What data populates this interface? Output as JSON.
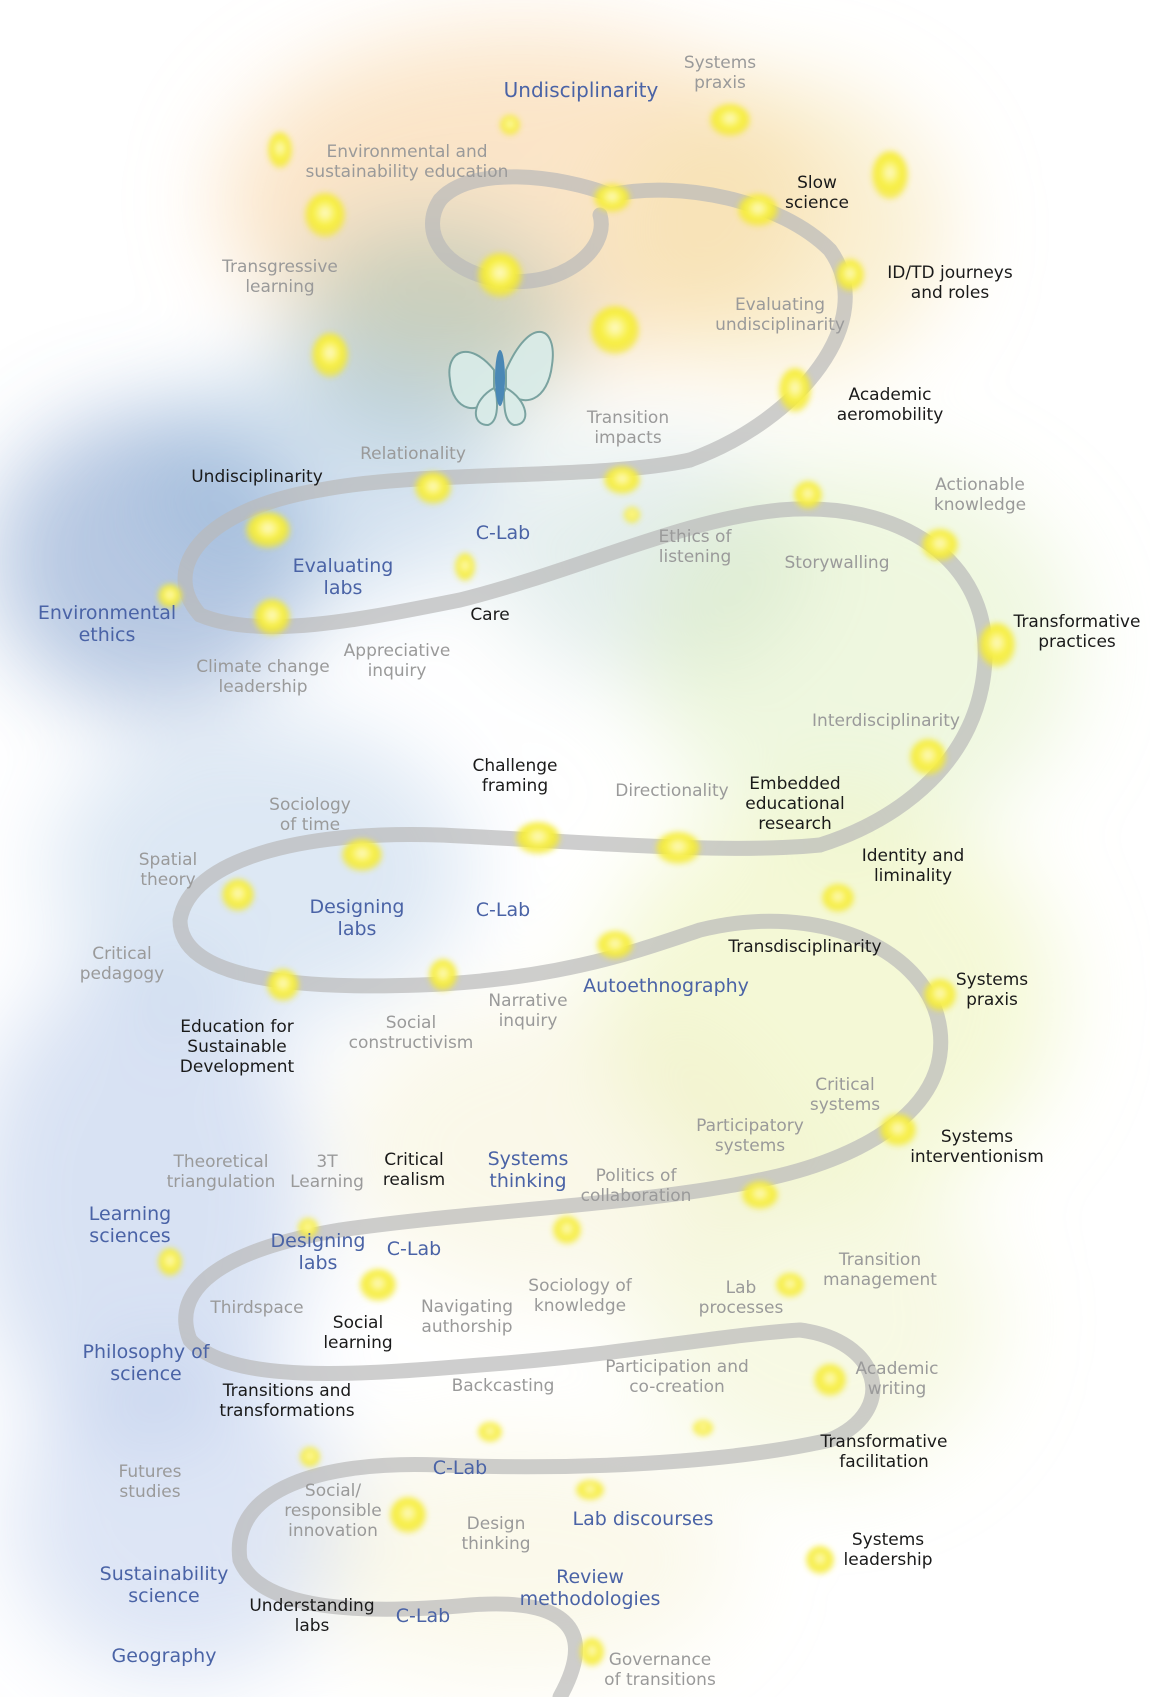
{
  "colors": {
    "black": "#1a1a1a",
    "blue": "#4a63a6",
    "grey": "#9a9a9a",
    "node": "#f5ee3c",
    "spiral": "#b9b9b9"
  },
  "icon": "butterfly-icon",
  "labels": [
    {
      "key": "l01",
      "text": "Undisciplinarity",
      "style": "hl"
    },
    {
      "key": "l02",
      "text": "Systems\npraxis",
      "style": "grey"
    },
    {
      "key": "l03",
      "text": "Environmental and\nsustainability education",
      "style": "grey"
    },
    {
      "key": "l04",
      "text": "Slow\nscience",
      "style": "black"
    },
    {
      "key": "l05",
      "text": "ID/TD journeys\nand roles",
      "style": "black"
    },
    {
      "key": "l06",
      "text": "Transgressive\nlearning",
      "style": "grey"
    },
    {
      "key": "l07",
      "text": "Evaluating\nundisciplinarity",
      "style": "grey"
    },
    {
      "key": "l08",
      "text": "Academic\naeromobility",
      "style": "black"
    },
    {
      "key": "l09",
      "text": "Transition\nimpacts",
      "style": "grey"
    },
    {
      "key": "l10",
      "text": "Relationality",
      "style": "grey"
    },
    {
      "key": "l11",
      "text": "Undisciplinarity",
      "style": "black"
    },
    {
      "key": "l12",
      "text": "Actionable\nknowledge",
      "style": "grey"
    },
    {
      "key": "l13",
      "text": "C-Lab",
      "style": "blue"
    },
    {
      "key": "l14",
      "text": "Ethics of\nlistening",
      "style": "grey"
    },
    {
      "key": "l15",
      "text": "Storywalling",
      "style": "grey"
    },
    {
      "key": "l16",
      "text": "Evaluating\nlabs",
      "style": "blue"
    },
    {
      "key": "l17",
      "text": "Environmental\nethics",
      "style": "blue"
    },
    {
      "key": "l18",
      "text": "Care",
      "style": "black"
    },
    {
      "key": "l19",
      "text": "Transformative\npractices",
      "style": "black"
    },
    {
      "key": "l20",
      "text": "Climate change\nleadership",
      "style": "grey"
    },
    {
      "key": "l21",
      "text": "Appreciative\ninquiry",
      "style": "grey"
    },
    {
      "key": "l22",
      "text": "Interdisciplinarity",
      "style": "grey"
    },
    {
      "key": "l23",
      "text": "Challenge\nframing",
      "style": "black"
    },
    {
      "key": "l24",
      "text": "Directionality",
      "style": "grey"
    },
    {
      "key": "l25",
      "text": "Embedded\neducational\nresearch",
      "style": "black"
    },
    {
      "key": "l26",
      "text": "Sociology\nof time",
      "style": "grey"
    },
    {
      "key": "l27",
      "text": "Spatial\ntheory",
      "style": "grey"
    },
    {
      "key": "l28",
      "text": "Identity and\nliminality",
      "style": "black"
    },
    {
      "key": "l29",
      "text": "Designing\nlabs",
      "style": "blue"
    },
    {
      "key": "l30",
      "text": "C-Lab",
      "style": "blue"
    },
    {
      "key": "l31",
      "text": "Transdisciplinarity",
      "style": "black"
    },
    {
      "key": "l32",
      "text": "Critical\npedagogy",
      "style": "grey"
    },
    {
      "key": "l33",
      "text": "Autoethnography",
      "style": "blue"
    },
    {
      "key": "l34",
      "text": "Systems\npraxis",
      "style": "black"
    },
    {
      "key": "l35",
      "text": "Narrative\ninquiry",
      "style": "grey"
    },
    {
      "key": "l36",
      "text": "Social\nconstructivism",
      "style": "grey"
    },
    {
      "key": "l37",
      "text": "Education for\nSustainable\nDevelopment",
      "style": "black"
    },
    {
      "key": "l38",
      "text": "Critical\nsystems",
      "style": "grey"
    },
    {
      "key": "l39",
      "text": "Participatory\nsystems",
      "style": "grey"
    },
    {
      "key": "l40",
      "text": "Systems\ninterventionism",
      "style": "black"
    },
    {
      "key": "l41",
      "text": "Theoretical\ntriangulation",
      "style": "grey"
    },
    {
      "key": "l42",
      "text": "3T\nLearning",
      "style": "grey"
    },
    {
      "key": "l43",
      "text": "Critical\nrealism",
      "style": "black"
    },
    {
      "key": "l44",
      "text": "Systems\nthinking",
      "style": "blue"
    },
    {
      "key": "l45",
      "text": "Politics of\ncollaboration",
      "style": "grey"
    },
    {
      "key": "l46",
      "text": "Learning\nsciences",
      "style": "blue"
    },
    {
      "key": "l47",
      "text": "Designing\nlabs",
      "style": "blue"
    },
    {
      "key": "l48",
      "text": "C-Lab",
      "style": "blue"
    },
    {
      "key": "l49",
      "text": "Transition\nmanagement",
      "style": "grey"
    },
    {
      "key": "l50",
      "text": "Sociology of\nknowledge",
      "style": "grey"
    },
    {
      "key": "l51",
      "text": "Lab\nprocesses",
      "style": "grey"
    },
    {
      "key": "l52",
      "text": "Thirdspace",
      "style": "grey"
    },
    {
      "key": "l53",
      "text": "Navigating\nauthorship",
      "style": "grey"
    },
    {
      "key": "l54",
      "text": "Social\nlearning",
      "style": "black"
    },
    {
      "key": "l55",
      "text": "Philosophy of\nscience",
      "style": "blue"
    },
    {
      "key": "l56",
      "text": "Participation and\nco-creation",
      "style": "grey"
    },
    {
      "key": "l57",
      "text": "Academic\nwriting",
      "style": "grey"
    },
    {
      "key": "l58",
      "text": "Transitions and\ntransformations",
      "style": "black"
    },
    {
      "key": "l59",
      "text": "Backcasting",
      "style": "grey"
    },
    {
      "key": "l60",
      "text": "Transformative\nfacilitation",
      "style": "black"
    },
    {
      "key": "l61",
      "text": "Futures\nstudies",
      "style": "grey"
    },
    {
      "key": "l62",
      "text": "C-Lab",
      "style": "blue"
    },
    {
      "key": "l63",
      "text": "Social/\nresponsible\ninnovation",
      "style": "grey"
    },
    {
      "key": "l64",
      "text": "Design\nthinking",
      "style": "grey"
    },
    {
      "key": "l65",
      "text": "Lab discourses",
      "style": "blue"
    },
    {
      "key": "l66",
      "text": "Systems\nleadership",
      "style": "black"
    },
    {
      "key": "l67",
      "text": "Sustainability\nscience",
      "style": "blue"
    },
    {
      "key": "l68",
      "text": "Review\nmethodologies",
      "style": "blue"
    },
    {
      "key": "l69",
      "text": "Understanding\nlabs",
      "style": "black"
    },
    {
      "key": "l70",
      "text": "C-Lab",
      "style": "blue"
    },
    {
      "key": "l71",
      "text": "Geography",
      "style": "blue"
    },
    {
      "key": "l72",
      "text": "Governance\nof transitions",
      "style": "grey"
    }
  ]
}
